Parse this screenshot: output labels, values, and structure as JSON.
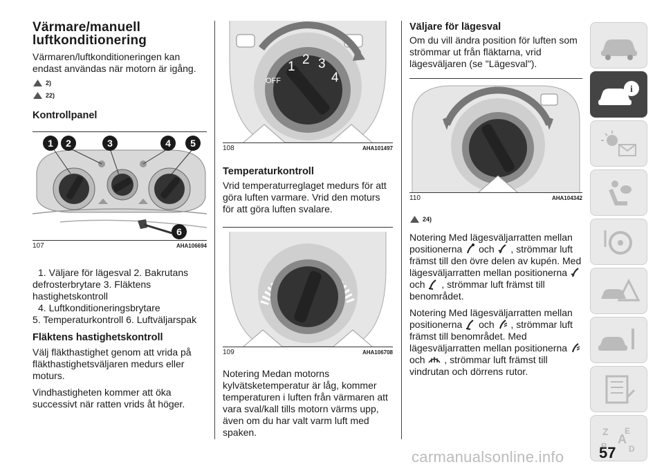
{
  "col1": {
    "heading": "Värmare/manuell luftkonditionering",
    "intro": "Värmaren/luftkonditioneringen kan endast användas när motorn är igång.",
    "warn1": "2)",
    "warn2": "22)",
    "subheading1": "Kontrollpanel",
    "fig107": {
      "number": "107",
      "code": "AHA106694",
      "callouts": [
        "1",
        "2",
        "3",
        "4",
        "5",
        "6"
      ]
    },
    "legend": [
      "1. Väljare för lägesval  2. Bakrutans",
      "defrosterbrytare  3. Fläktens",
      "hastighetskontroll",
      "4. Luftkonditioneringsbrytare",
      "5. Temperaturkontroll  6. Luftväljarspak"
    ],
    "subheading2": "Fläktens hastighetskontroll",
    "p1": "Välj fläkthastighet genom att vrida på fläkthastighetsväljaren medurs eller moturs.",
    "p2": "Vindhastigheten kommer att öka successivt när ratten vrids åt höger."
  },
  "col2": {
    "fig108": {
      "number": "108",
      "code": "AHA101497",
      "dial": [
        "OFF",
        "1",
        "2",
        "3",
        "4"
      ]
    },
    "subheading": "Temperaturkontroll",
    "p1": "Vrid temperaturreglaget medurs för att göra luften varmare. Vrid den moturs för att göra luften svalare.",
    "fig109": {
      "number": "109",
      "code": "AHA106708"
    },
    "note": "Notering  Medan motorns kylvätsketemperatur är låg, kommer temperaturen i luften från värmaren att vara sval/kall tills motorn värms upp, även om du har valt varm luft med spaken."
  },
  "col3": {
    "subheading": "Väljare för lägesval",
    "p1": "Om du vill ändra position för luften som strömmar ut från fläktarna, vrid lägesväljaren (se \"Lägesval\").",
    "fig110": {
      "number": "110",
      "code": "AHA104342"
    },
    "warn": "24)",
    "n1_a": "Notering  Med lägesväljarratten mellan positionerna",
    "n1_och": "och",
    "n1_b": ", strömmar luft främst till den övre delen av kupén. Med lägesväljarratten mellan positionerna",
    "n1_och2": "och",
    "n1_c": ", strömmar luft främst till benområdet.",
    "n2_a": "Notering  Med lägesväljarratten mellan positionerna",
    "n2_och": "och",
    "n2_b": ", strömmar luft främst till benområdet. Med lägesväljarratten mellan positionerna",
    "n2_och2": "och",
    "n2_c": ", strömmar luft främst till vindrutan och dörrens rutor."
  },
  "page_number": "57",
  "watermark": "carmanualsonline.info",
  "sidebar": {
    "active_index": 1,
    "icons": [
      "car-icon",
      "car-info-icon",
      "dashboard-lights-icon",
      "airbag-seat-icon",
      "steering-wheel-icon",
      "warning-triangle-car-icon",
      "car-wrench-icon",
      "spec-list-icon",
      "alphabet-index-icon"
    ]
  }
}
